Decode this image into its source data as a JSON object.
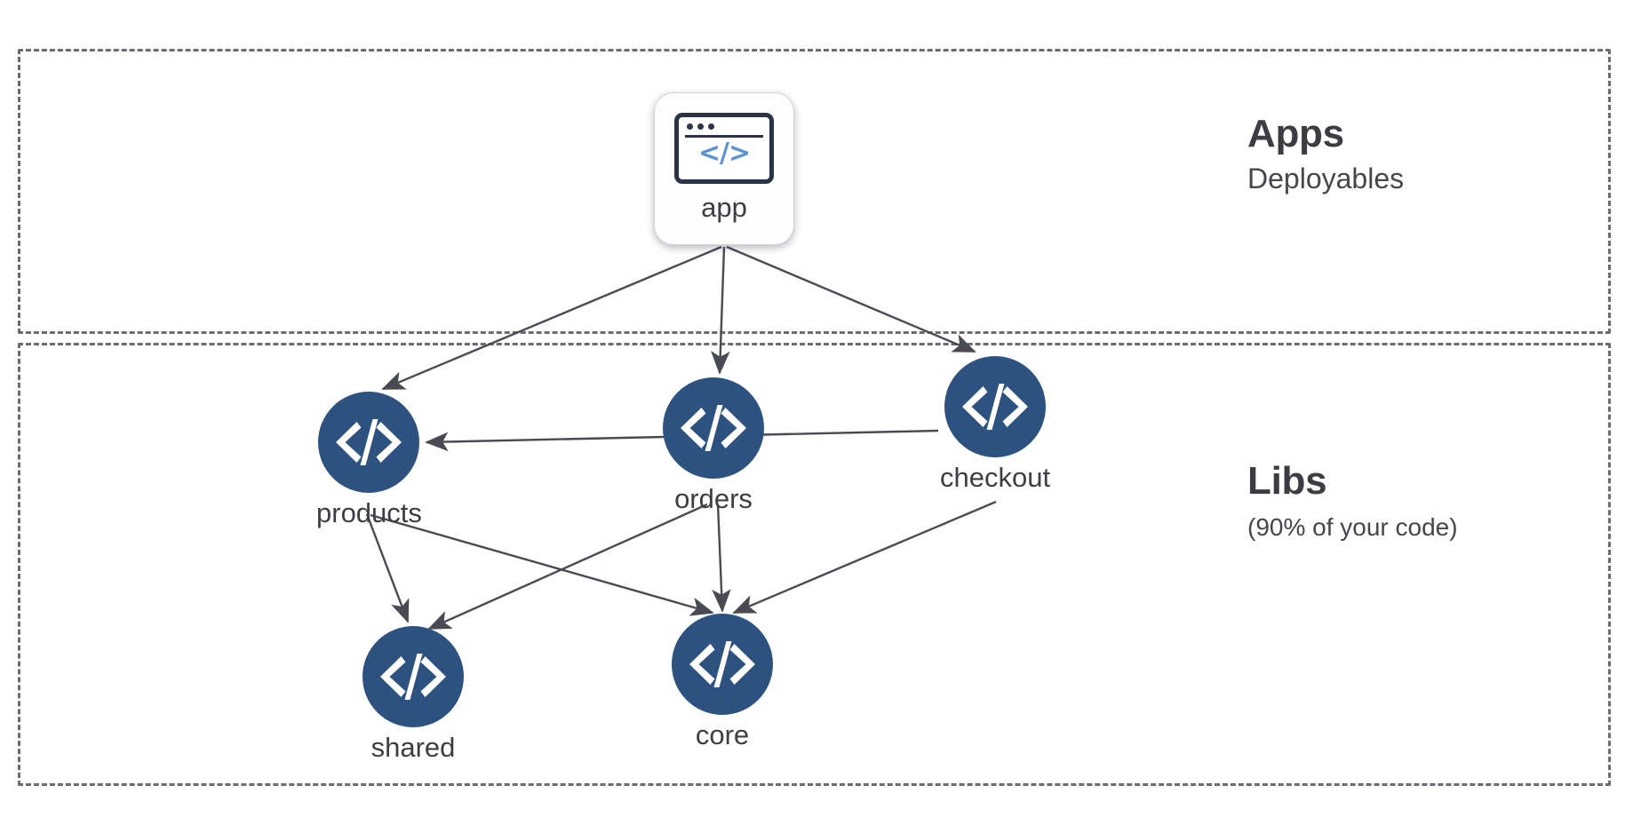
{
  "diagram": {
    "title": "Apps and Libs dependency graph",
    "background": "#ffffff",
    "zones": [
      {
        "id": "apps",
        "title": "Apps",
        "subtitle": "Deployables",
        "border_color": "#6b6b76",
        "border_style": "dashed"
      },
      {
        "id": "libs",
        "title": "Libs",
        "subtitle": "(90% of your code)",
        "border_color": "#6b6b76",
        "border_style": "dashed"
      }
    ],
    "nodes": [
      {
        "id": "app",
        "label": "app",
        "zone": "apps",
        "shape": "rounded-card",
        "icon": "browser-code-icon",
        "icon_code_text": "</>",
        "icon_color": "#5b93d4",
        "icon_border_color": "#2b3446",
        "fill": "#fdfdfd"
      },
      {
        "id": "products",
        "label": "products",
        "zone": "libs",
        "shape": "circle",
        "icon": "code-brackets-icon",
        "fill": "#2d5280",
        "icon_color": "#ffffff"
      },
      {
        "id": "orders",
        "label": "orders",
        "zone": "libs",
        "shape": "circle",
        "icon": "code-brackets-icon",
        "fill": "#2d5280",
        "icon_color": "#ffffff"
      },
      {
        "id": "checkout",
        "label": "checkout",
        "zone": "libs",
        "shape": "circle",
        "icon": "code-brackets-icon",
        "fill": "#2d5280",
        "icon_color": "#ffffff"
      },
      {
        "id": "shared",
        "label": "shared",
        "zone": "libs",
        "shape": "circle",
        "icon": "code-brackets-icon",
        "fill": "#2d5280",
        "icon_color": "#ffffff"
      },
      {
        "id": "core",
        "label": "core",
        "zone": "libs",
        "shape": "circle",
        "icon": "code-brackets-icon",
        "fill": "#2d5280",
        "icon_color": "#ffffff"
      }
    ],
    "edges": [
      {
        "from": "app",
        "to": "products",
        "arrow": "end"
      },
      {
        "from": "app",
        "to": "orders",
        "arrow": "end"
      },
      {
        "from": "app",
        "to": "checkout",
        "arrow": "end"
      },
      {
        "from": "orders",
        "to": "products",
        "arrow": "end"
      },
      {
        "from": "products",
        "to": "shared",
        "arrow": "end"
      },
      {
        "from": "products",
        "to": "core",
        "arrow": "end"
      },
      {
        "from": "orders",
        "to": "shared",
        "arrow": "end"
      },
      {
        "from": "orders",
        "to": "core",
        "arrow": "end"
      },
      {
        "from": "checkout",
        "to": "core",
        "arrow": "end"
      }
    ],
    "edge_color": "#4a4a52"
  }
}
